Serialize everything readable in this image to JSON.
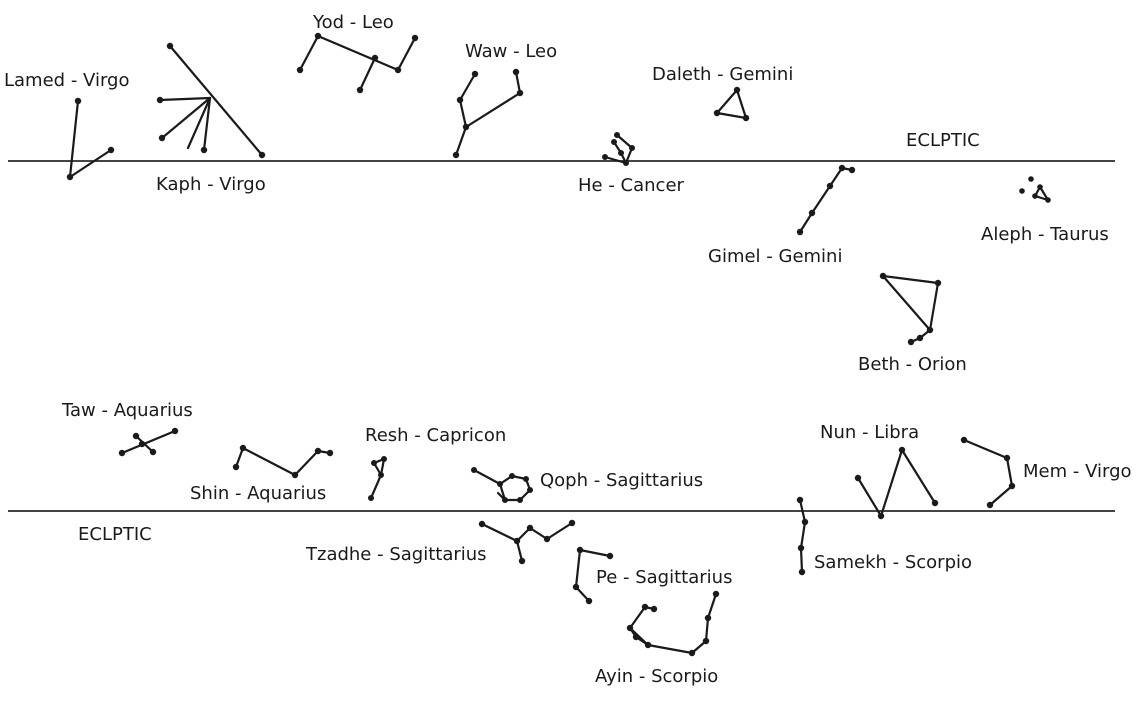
{
  "labels": {
    "ecliptic_top": "ECLPTIC",
    "ecliptic_bottom": "ECLPTIC",
    "yod": "Yod - Leo",
    "waw": "Waw - Leo",
    "lamed": "Lamed - Virgo",
    "kaph": "Kaph - Virgo",
    "daleth": "Daleth - Gemini",
    "he": "He - Cancer",
    "gimel": "Gimel - Gemini",
    "aleph": "Aleph - Taurus",
    "beth": "Beth - Orion",
    "taw": "Taw - Aquarius",
    "shin": "Shin - Aquarius",
    "resh": "Resh - Capricon",
    "qoph": "Qoph - Sagittarius",
    "tzadhe": "Tzadhe - Sagittarius",
    "pe": "Pe - Sagittarius",
    "ayin": "Ayin - Scorpio",
    "nun": "Nun - Libra",
    "mem": "Mem - Virgo",
    "samekh": "Samekh - Scorpio"
  }
}
